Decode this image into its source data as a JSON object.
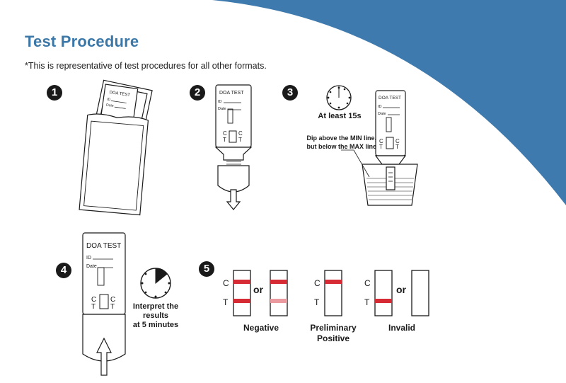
{
  "page": {
    "title": "Test Procedure",
    "subtitle": "*This is representative of test procedures for all other formats."
  },
  "colors": {
    "brand_blue": "#3b78a8",
    "line_red": "#d62b35",
    "faint_red": "#eb9aa0"
  },
  "device": {
    "name": "DOA TEST",
    "id_label": "ID",
    "date_label": "Date",
    "c_label": "C",
    "t_label": "T"
  },
  "steps": [
    {
      "number": "1"
    },
    {
      "number": "2"
    },
    {
      "number": "3",
      "time_label": "At least 15s",
      "dip_line1": "Dip above the MIN line,",
      "dip_line2": "but below the MAX line"
    },
    {
      "number": "4",
      "interpret_line1": "Interpret the",
      "interpret_line2": "results",
      "interpret_line3": "at 5 minutes"
    },
    {
      "number": "5",
      "or_text": "or",
      "c_label": "C",
      "t_label": "T",
      "results": [
        {
          "label_line1": "Negative",
          "label_line2": ""
        },
        {
          "label_line1": "Preliminary",
          "label_line2": "Positive"
        },
        {
          "label_line1": "Invalid",
          "label_line2": ""
        }
      ]
    }
  ]
}
